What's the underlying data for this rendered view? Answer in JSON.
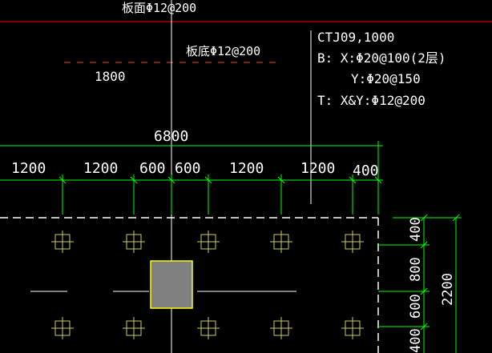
{
  "colors": {
    "background": "#000000",
    "text": "#ffffff",
    "dimension": "#00ff00",
    "slab_top_line": "#ff0000",
    "slab_bottom_line": "#ff3b30",
    "pile_symbol": "#cccc66",
    "column_fill": "#808080",
    "column_outline": "#ffff00",
    "boundary_dashed": "#ffffff",
    "crosshair": "#ffffff"
  },
  "annotations": {
    "slab_top_rebar": "板面Φ12@200",
    "slab_bottom_rebar": "板底Φ12@200",
    "length_1800": "1800",
    "cap_id": "CTJ09,1000",
    "bottom_x": "B: X:Φ20@100(2层)",
    "bottom_y": "Y:Φ20@150",
    "top_xy": "T: X&Y:Φ12@200"
  },
  "dimensions": {
    "overall_h": "6800",
    "segments_h": [
      "1200",
      "1200",
      "600",
      "600",
      "1200",
      "1200",
      "400"
    ],
    "overall_v": "2200",
    "segments_v": [
      "400",
      "800",
      "600",
      "400"
    ]
  }
}
